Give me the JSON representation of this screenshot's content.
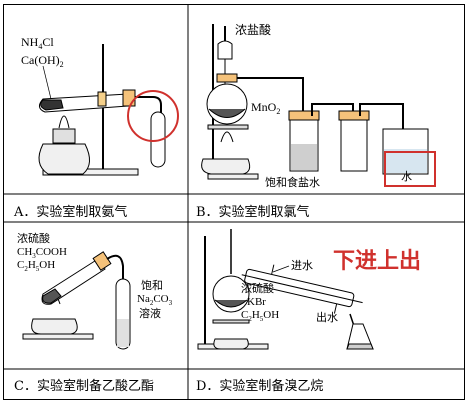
{
  "panels": [
    {
      "key": "A",
      "caption": "A．实验室制取氨气",
      "labels": {
        "reagent1": "NH",
        "reagent1_sub": "4",
        "reagent1_tail": "Cl",
        "reagent2": "Ca(OH)",
        "reagent2_sub": "2"
      }
    },
    {
      "key": "B",
      "caption": "B．实验室制取氯气",
      "labels": {
        "acid": "浓盐酸",
        "oxidant": "MnO",
        "oxidant_sub": "2",
        "wash": "饱和食盐水",
        "water": "水"
      }
    },
    {
      "key": "C",
      "caption": "C．实验室制备乙酸乙酯",
      "labels": {
        "line1": "浓硫酸",
        "line2_a": "CH",
        "line2_sub": "3",
        "line2_b": "COOH",
        "line3_a": "C",
        "line3_sub1": "2",
        "line3_b": "H",
        "line3_sub2": "5",
        "line3_c": "OH",
        "sat1": "饱和",
        "sat2_a": "Na",
        "sat2_sub1": "2",
        "sat2_b": "CO",
        "sat2_sub2": "3",
        "sat3": "溶液"
      }
    },
    {
      "key": "D",
      "caption": "D．实验室制备溴乙烷",
      "labels": {
        "water_in": "进水",
        "water_out": "出水",
        "r1": "浓硫酸",
        "r2": "KBr",
        "r3_a": "C",
        "r3_sub1": "2",
        "r3_b": "H",
        "r3_sub2": "5",
        "r3_c": "OH",
        "annotation": "下进上出"
      }
    }
  ],
  "annotation_color": "#d0312d"
}
